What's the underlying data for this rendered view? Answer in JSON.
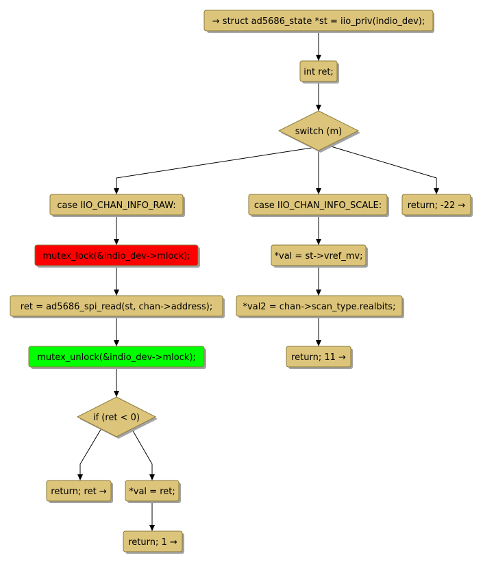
{
  "colors": {
    "node_fill": "#dcc47a",
    "node_border": "#8a7a3a",
    "shadow": "#a3a3a3",
    "lock_fill": "#ff0000",
    "unlock_fill": "#00ff00",
    "edge": "#000000"
  },
  "nodes": {
    "n1": "→ struct ad5686_state *st = iio_priv(indio_dev);",
    "n2": "int ret;",
    "switch": "switch (m)",
    "case_raw": "case IIO_CHAN_INFO_RAW:",
    "case_scale": "case IIO_CHAN_INFO_SCALE:",
    "return_default": "return; -22 →",
    "mutex_lock": "mutex_lock(&indio_dev->mlock);",
    "spi_read": "ret = ad5686_spi_read(st, chan->address);",
    "mutex_unlock": "mutex_unlock(&indio_dev->mlock);",
    "if_ret": "if (ret < 0)",
    "return_ret": "return; ret →",
    "val_ret": "*val = ret;",
    "return_1": "return; 1 →",
    "val_vref": "*val = st->vref_mv;",
    "val2_bits": "*val2 = chan->scan_type.realbits;",
    "return_11": "return; 11 →"
  }
}
